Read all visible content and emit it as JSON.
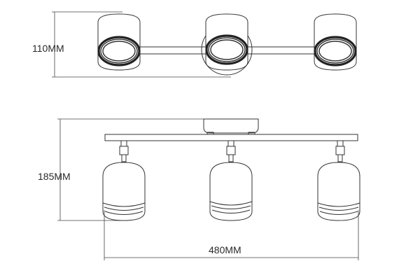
{
  "dimensions": {
    "depth_label": "110MM",
    "height_label": "185MM",
    "width_label": "480MM"
  },
  "colors": {
    "line": "#333333",
    "background": "#ffffff"
  }
}
